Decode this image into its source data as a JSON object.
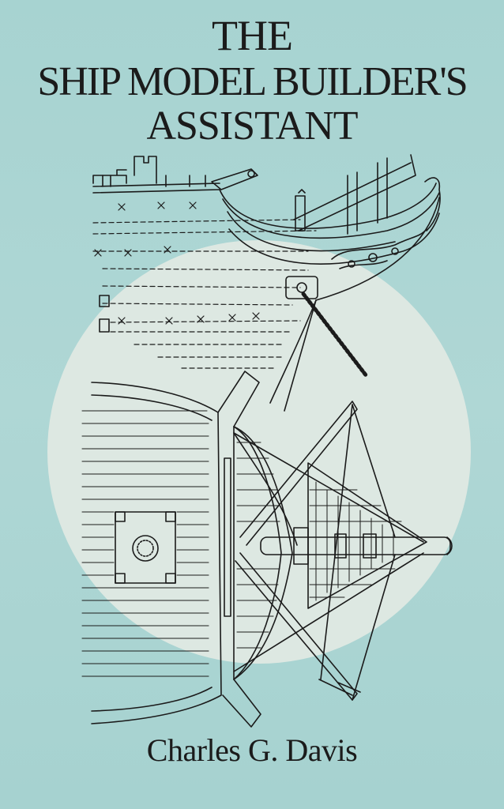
{
  "book": {
    "title_line_1": "THE",
    "title_line_2": "SHIP MODEL BUILDER'S",
    "title_line_3": "ASSISTANT",
    "author": "Charles G. Davis"
  },
  "colors": {
    "background": "#a9d4d2",
    "moon": "#dfe9e3",
    "ink": "#1b1b1b"
  },
  "icons": {
    "illustration": "ship-bow-drawing-icon"
  }
}
